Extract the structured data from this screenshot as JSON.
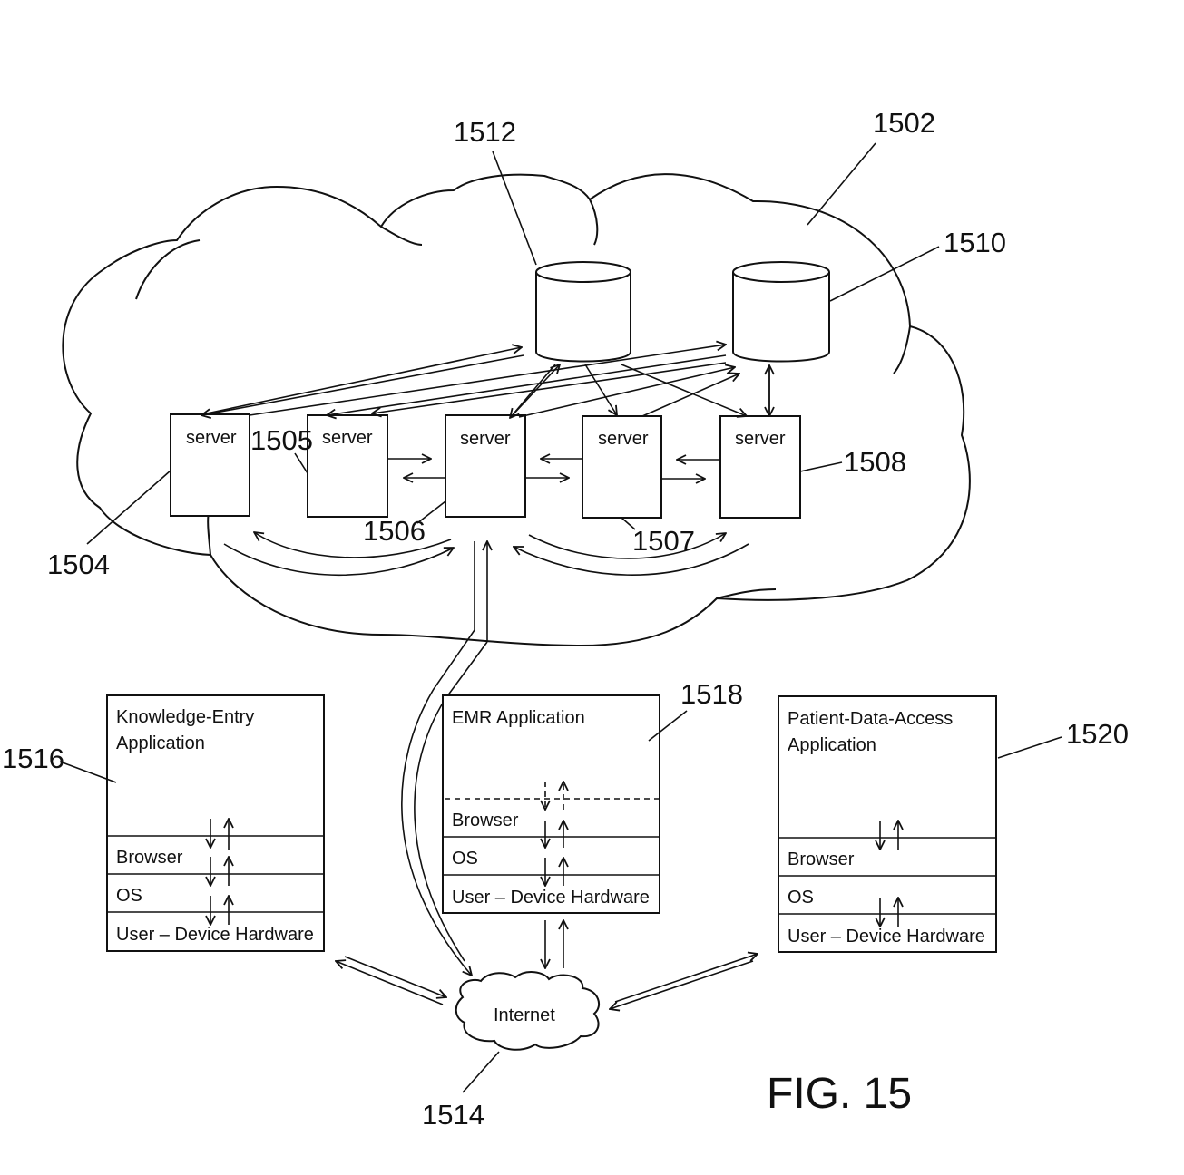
{
  "figure": {
    "title": "FIG. 15"
  },
  "cloud": {
    "ref": "1502"
  },
  "databases": [
    {
      "ref": "1512"
    },
    {
      "ref": "1510"
    }
  ],
  "servers": [
    {
      "label": "server",
      "ref": "1504"
    },
    {
      "label": "server",
      "ref": "1505"
    },
    {
      "label": "server",
      "ref": "1506"
    },
    {
      "label": "server",
      "ref": "1507"
    },
    {
      "label": "server",
      "ref": "1508"
    }
  ],
  "internet": {
    "label": "Internet",
    "ref": "1514"
  },
  "apps": [
    {
      "ref": "1516",
      "title_line1": "Knowledge-Entry",
      "title_line2": "Application",
      "layers": [
        "Browser",
        "OS",
        "User – Device Hardware"
      ]
    },
    {
      "ref": "1518",
      "title_line1": "EMR Application",
      "title_line2": "",
      "layers": [
        "Browser",
        "OS",
        "User – Device Hardware"
      ]
    },
    {
      "ref": "1520",
      "title_line1": "Patient-Data-Access",
      "title_line2": "Application",
      "layers": [
        "Browser",
        "OS",
        "User – Device Hardware"
      ]
    }
  ]
}
